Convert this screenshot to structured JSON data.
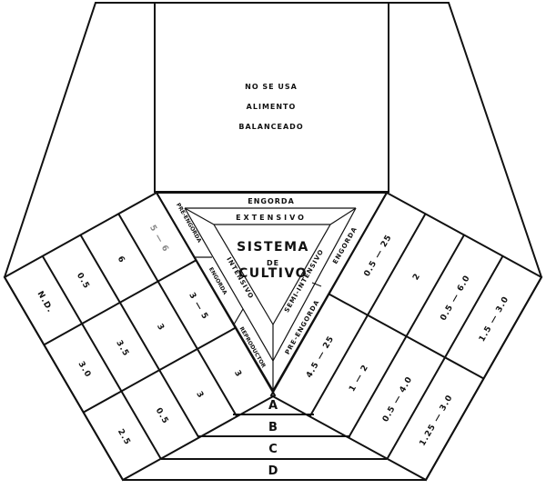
{
  "top_box": {
    "lines": [
      "NO SE USA",
      "ALIMENTO",
      "BALANCEADO"
    ]
  },
  "center": {
    "line1": "SISTEMA",
    "line2": "DE",
    "line3": "CULTIVO"
  },
  "top_bands": {
    "outer": "ENGORDA",
    "inner": "EXTENSIVO"
  },
  "left_strip": {
    "system": "INTENSIVO",
    "stages": [
      "PRE-ENGORDA",
      "ENGORDA",
      "REPRODUCTOR"
    ]
  },
  "right_strip": {
    "system": "SEMI-INTENSIVO",
    "stages": [
      "ENGORDA",
      "PRE-ENGORDA"
    ]
  },
  "bottom_bands": [
    "A",
    "B",
    "C",
    "D"
  ],
  "left_grid": {
    "rows": [
      [
        "N.D.",
        "0.5",
        "6",
        "5 — 6"
      ],
      [
        "3.0",
        "3.5",
        "3",
        "3 — 5"
      ],
      [
        "2.5",
        "0.5",
        "3",
        "3"
      ]
    ],
    "highlight_color": "#888888"
  },
  "right_grid": {
    "rows": [
      [
        "0.5 — 25",
        "2",
        "0.5 — 6.0",
        "1.5 — 3.0"
      ],
      [
        "4.5 — 25",
        "1 — 2",
        "0.5 — 4.0",
        "1.25 — 3.0"
      ]
    ]
  }
}
